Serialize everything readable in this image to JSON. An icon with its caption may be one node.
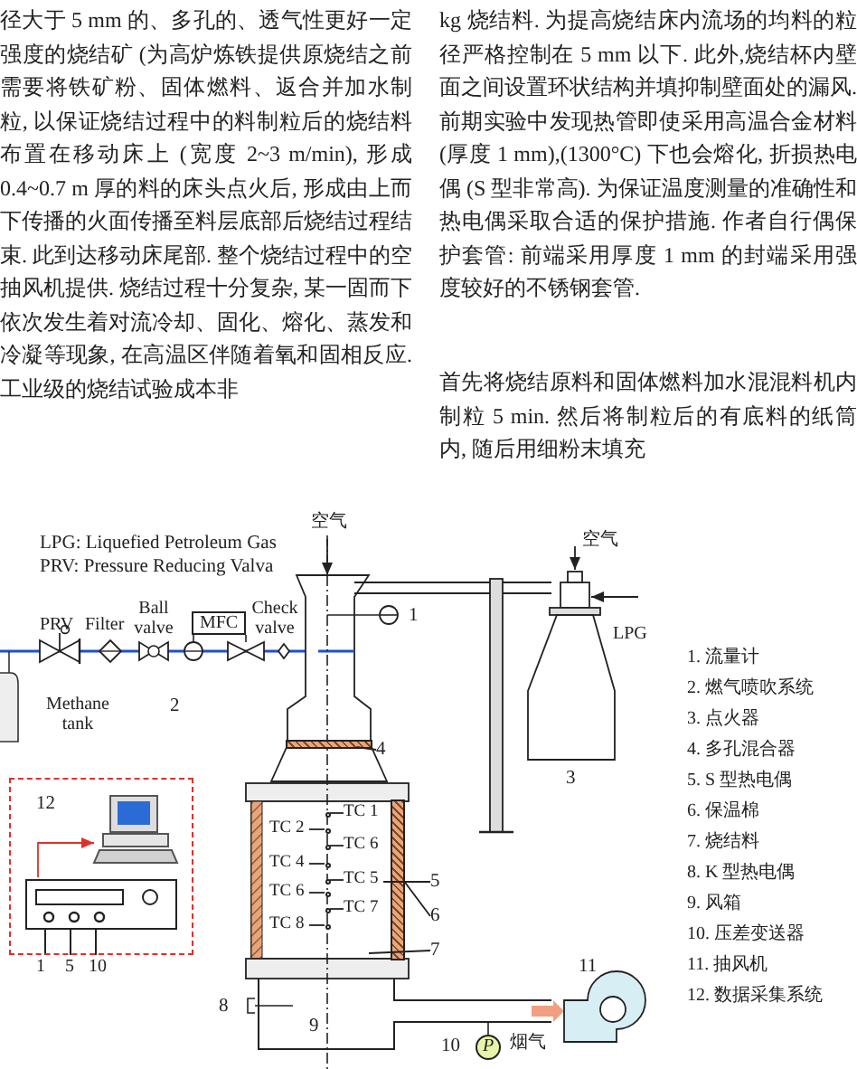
{
  "diagram": {
    "nodes": [
      {
        "text": [
          "12"
        ]
      },
      {
        "text": [],
        "shape": "box",
        "in": 0
      },
      {
        "text": [],
        "shape": "picture",
        "in": 0
      },
      {
        "text": [
          "MFC"
        ]
      },
      {
        "text": [
          "4"
        ]
      },
      {
        "text": [
          "5"
        ]
      },
      {
        "text": [
          "6"
        ]
      },
      {
        "text": [
          "7"
        ]
      },
      {
        "text": [
          "TC 1"
        ]
      },
      {
        "text": [
          "TC 2"
        ]
      },
      {
        "text": [
          "TC 6"
        ]
      },
      {
        "text": [
          "TC 4"
        ]
      },
      {
        "text": [
          "TC 5"
        ]
      },
      {
        "text": [
          "TC 6"
        ]
      },
      {
        "text": [
          "TC 7"
        ]
      },
      {
        "text": [
          "TC 8"
        ]
      },
      {
        "text": [
          "P"
        ],
        "beside": [
          "10"
        ]
      },
      {
        "text": [],
        "shape": "bar"
      },
      {
        "text": [],
        "shape": "bar"
      },
      {
        "text": [],
        "shape": "circle"
      },
      {
        "text": [],
        "shape": "circle"
      },
      {
        "text": [],
        "shape": "circle"
      },
      {
        "text": [],
        "shape": "circle"
      },
      {
        "text": [],
        "shape": "circle"
      },
      {
        "text": [],
        "shape": "circle"
      },
      {
        "text": [],
        "shape": "circle"
      },
      {
        "text": [],
        "shape": "circle"
      }
    ],
    "edges": [
      {
        "from": 1,
        "to": 2,
        "arrow": "to",
        "color": "#e0302a"
      },
      {
        "from": 4,
        "to": 17,
        "arrow": "none"
      },
      {
        "from": 5,
        "to": 12,
        "arrow": "none"
      },
      {
        "from": 6,
        "to": 18,
        "arrow": "none"
      },
      {
        "from": 7,
        "to": null,
        "arrow": "none"
      },
      {
        "from": 8,
        "to": 19,
        "arrow": "none"
      },
      {
        "from": 9,
        "to": 20,
        "arrow": "none"
      },
      {
        "from": 10,
        "to": 21,
        "arrow": "none"
      },
      {
        "from": 11,
        "to": 22,
        "arrow": "none"
      },
      {
        "from": 12,
        "to": 23,
        "arrow": "none"
      },
      {
        "from": 13,
        "to": 24,
        "arrow": "none"
      },
      {
        "from": 14,
        "to": 25,
        "arrow": "none"
      },
      {
        "from": 15,
        "to": 26,
        "arrow": "none"
      }
    ],
    "labels": [
      "径大于 5 mm 的、多孔的、透气性更好一定强度的烧结矿 (为高炉炼铁提供原烧结之前需要将铁矿粉、固体燃料、返合并加水制粒, 以保证烧结过程中的料制粒后的烧结料布置在移动床上 (宽度 2~3 m/min), 形成 0.4~0.7 m 厚的料的床头点火后, 形成由上而下传播的火面传播至料层底部后烧结过程结束. 此到达移动床尾部. 整个烧结过程中的空抽风机提供. 烧结过程十分复杂, 某一固而下依次发生着对流冷却、固化、熔化、蒸发和冷凝等现象, 在高温区伴随着氧和固相反应. 工业级的烧结试验成本非",
      "kg 烧结料. 为提高烧结床内流场的均料的粒径严格控制在 5 mm 以下. 此外,烧结杯内壁面之间设置环状结构并填抑制壁面处的漏风. 前期实验中发现热管即使采用高温合金材料 (厚度 1 mm),(1300°C) 下也会熔化, 折损热电偶 (S 型非常高). 为保证温度测量的准确性和热电偶采取合适的保护措施. 作者自行偶保护套管: 前端采用厚度 1 mm 的封端采用强度较好的不锈钢套管.",
      "首先将烧结原料和固体燃料加水混混料机内制粒 5 min. 然后将制粒后的有底料的纸筒内, 随后用细粉末填充",
      "LPG: Liquefied Petroleum Gas",
      "PRV: Pressure Reducing Valva",
      "空气",
      "空气",
      "PRV",
      "Filter",
      "Ball valve",
      "Check valve",
      "LPG",
      "1",
      "Methane tank",
      "2",
      "3",
      "1. 流量计",
      "2. 燃气喷吹系统",
      "3. 点火器",
      "4. 多孔混合器",
      "5. S 型热电偶",
      "6. 保温棉",
      "1",
      "5",
      "10",
      "7. 烧结料",
      "8. K 型热电偶",
      "9. 风箱",
      "10. 压差变送器",
      "11. 抽风机",
      "12. 数据采集系统",
      "8",
      "9",
      "11",
      "烟气"
    ]
  }
}
